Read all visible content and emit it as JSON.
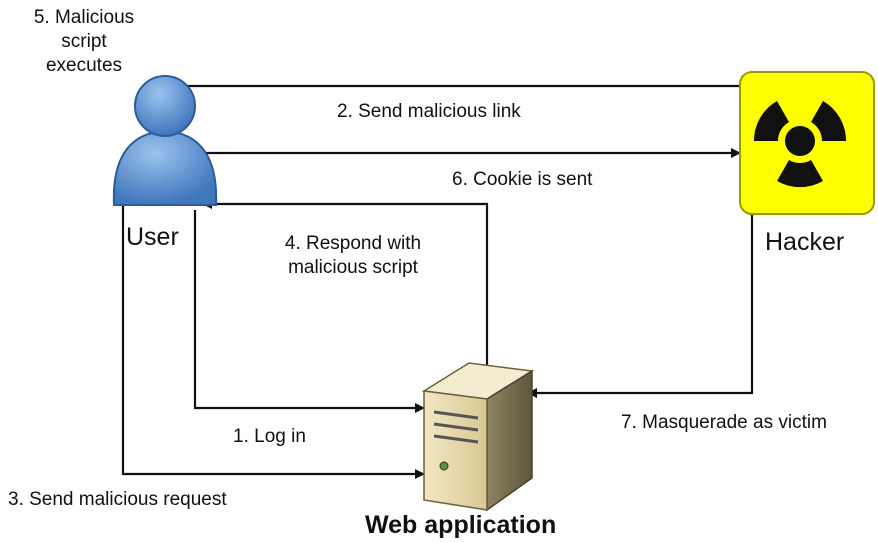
{
  "actors": {
    "user": {
      "label": "User",
      "icon": "user-icon",
      "color": "#5b8fd0"
    },
    "hacker": {
      "label": "Hacker",
      "icon": "radiation-icon",
      "color": "#ffff00"
    },
    "web_app": {
      "label": "Web application",
      "icon": "server-icon"
    }
  },
  "steps": {
    "step1": "1. Log in",
    "step2": "2. Send malicious link",
    "step3": "3. Send malicious request",
    "step4": {
      "line1": "4. Respond with",
      "line2": "malicious script"
    },
    "step5": {
      "line1": "5. Malicious",
      "line2": "script",
      "line3": "executes"
    },
    "step6": "6. Cookie is sent",
    "step7": "7. Masquerade as victim"
  }
}
